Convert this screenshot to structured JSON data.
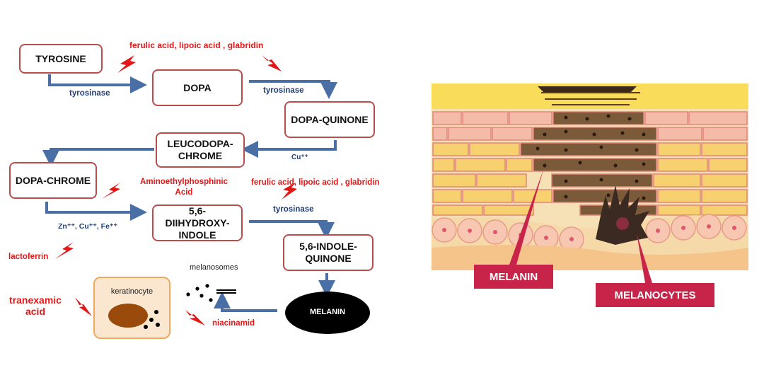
{
  "pathway": {
    "tyrosine": "TYROSINE",
    "dopa": "DOPA",
    "dopa_quinone": "DOPA-QUINONE",
    "leucodopachrome": "LEUCODOPA-\nCHROME",
    "dopachrome": "DOPA-CHROME",
    "dihydroxyindole": "5,6-\nDIIHYDROXY-\nINDOLE",
    "indolequinone": "5,6-INDOLE-\nQUINONE",
    "melanin": "MELANIN",
    "keratinocyte": "keratinocyte",
    "melanosomes": "melanosomes"
  },
  "enzymes": {
    "tyrosinase_1": "tyrosinase",
    "tyrosinase_2": "tyrosinase",
    "tyrosinase_3": "tyrosinase",
    "cu": "Cu⁺⁺",
    "metals": "Zn⁺⁺, Cu⁺⁺, Fe⁺⁺"
  },
  "inhibitors": {
    "top": "ferulic acid, lipoic acid , glabridin",
    "mid": "ferulic acid, lipoic acid , glabridin",
    "aminoethyl": "Aminoethylphosphinic\nAcid",
    "lactoferrin": "lactoferrin",
    "tranexamic": "tranexamic\nacid",
    "niacinamid": "niacinamid"
  },
  "illustration": {
    "melanin_label": "MELANIN",
    "melanocytes_label": "MELANOCYTES"
  },
  "colors": {
    "box_border": "#b84d4d",
    "arrow": "#4a6fa5",
    "inhibitor": "#e21818",
    "label_bg": "#c8244a"
  }
}
